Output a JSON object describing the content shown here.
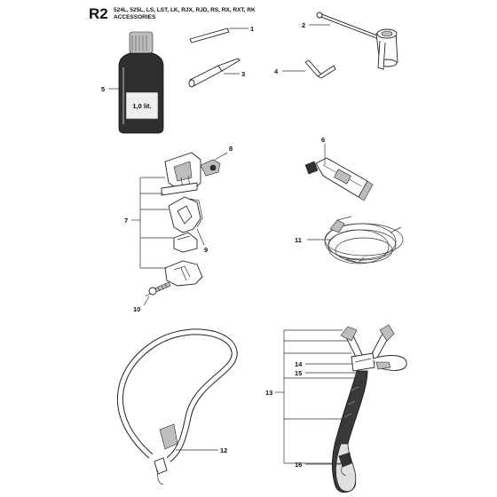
{
  "header": {
    "section_code": "R2",
    "models": "524L, 525L, LS, LST, LK, RJX, RJD, RS, RX, RXT, RK",
    "section_title": "ACCESSORIES"
  },
  "bottle_label": "1,0 lit.",
  "callouts": {
    "c1": "1",
    "c2": "2",
    "c3": "3",
    "c4": "4",
    "c5": "5",
    "c6": "6",
    "c7": "7",
    "c8": "8",
    "c9": "9",
    "c10": "10",
    "c11": "11",
    "c12": "12",
    "c13": "13",
    "c14": "14",
    "c15": "15",
    "c16": "16"
  }
}
